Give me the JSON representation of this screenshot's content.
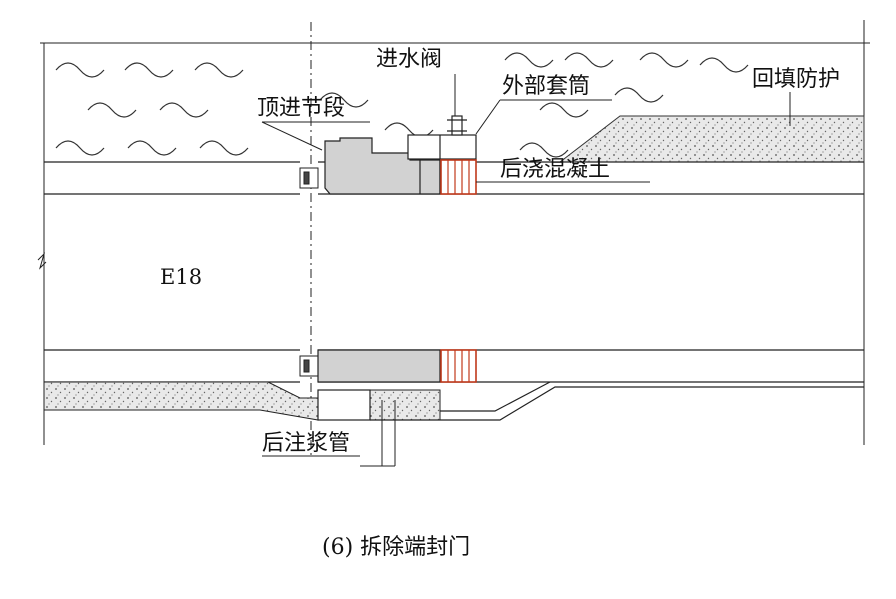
{
  "labels": {
    "inlet_valve": "进水阀",
    "outer_sleeve": "外部套筒",
    "backfill_protection": "回填防护",
    "jacking_segment": "顶进节段",
    "post_cast_concrete": "后浇混凝土",
    "grouting_pipe": "后注浆管",
    "element_id": "E18"
  },
  "caption": "(6) 拆除端封门",
  "colors": {
    "line": "#222222",
    "segment_fill": "#d2d2d2",
    "concrete_outline": "#c0391b",
    "backfill_fill": "#e6e6e6"
  }
}
